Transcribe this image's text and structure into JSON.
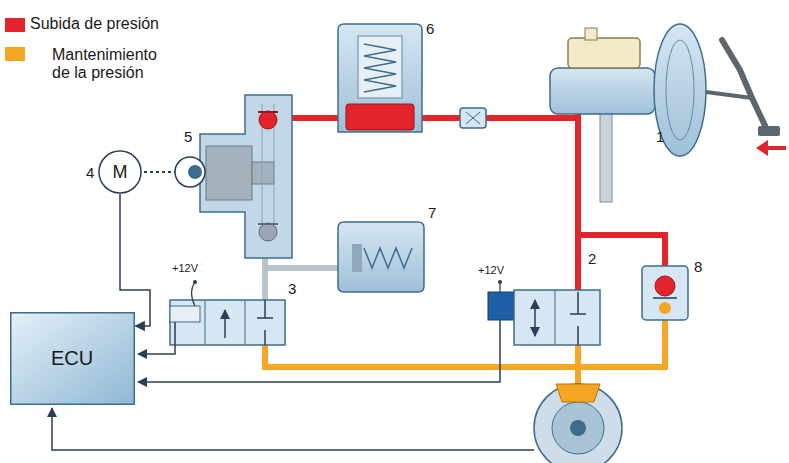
{
  "diagram": {
    "nodes": [
      {
        "text": [
          "M"
        ]
      },
      {
        "text": [
          "ECU"
        ]
      }
    ],
    "edges": [
      {
        "from": 0,
        "to": 1,
        "arrow": "to"
      }
    ],
    "labels": [
      "1",
      "2",
      "3",
      "4",
      "5",
      "6",
      "7",
      "8",
      "+12V",
      "+12V"
    ],
    "legend": [
      {
        "text": "Subida de presión",
        "color": "#e3242b"
      },
      {
        "text": "Mantenimiento de la presión",
        "color": "#f5a623"
      }
    ]
  }
}
